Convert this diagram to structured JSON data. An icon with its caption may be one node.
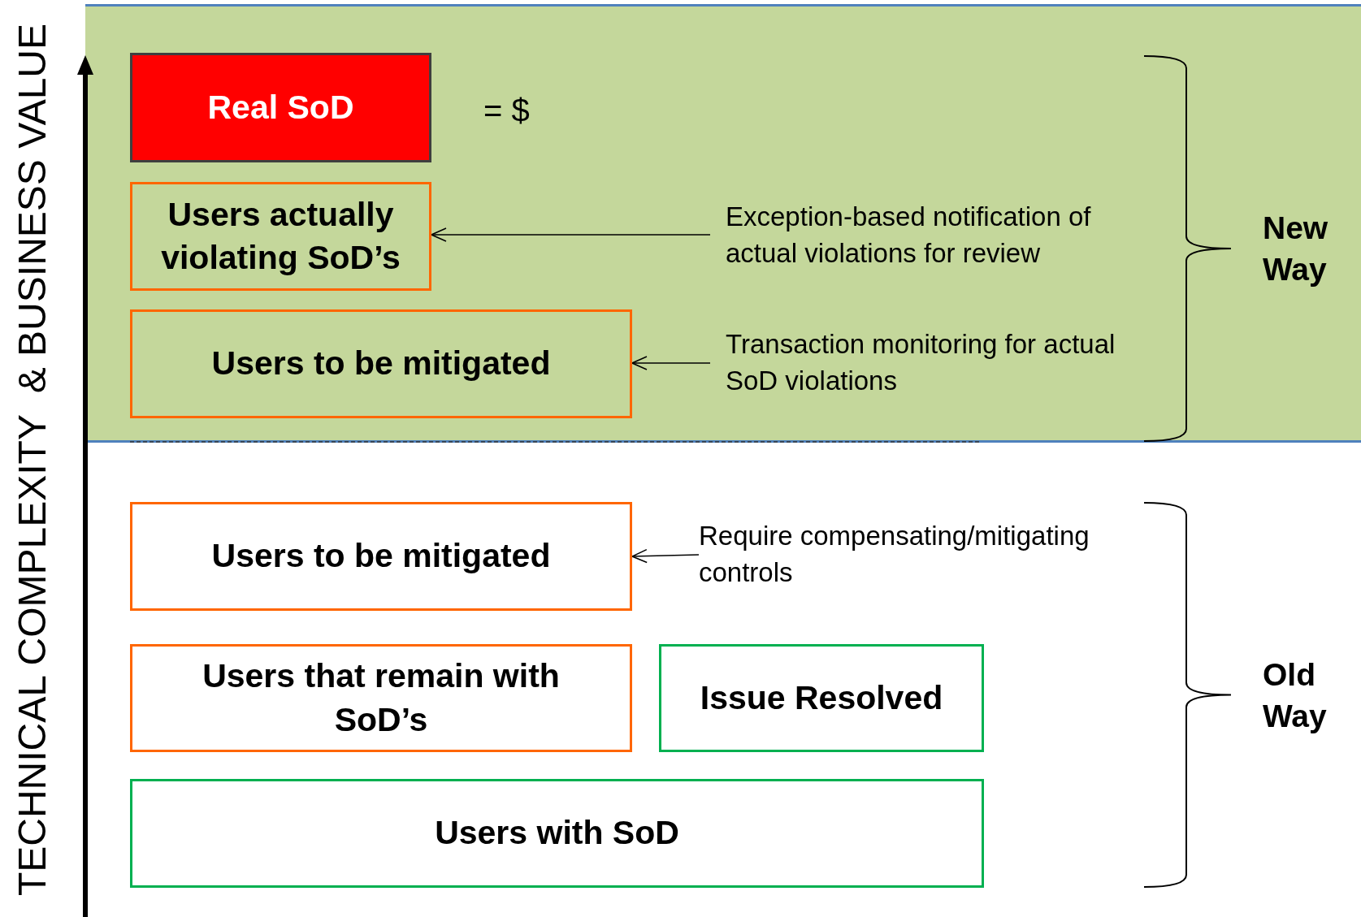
{
  "diagram": {
    "nodes": [
      {
        "text": [],
        "shape": "band"
      },
      {
        "text": [
          "Real SoD"
        ],
        "in": 0
      },
      {
        "text": [
          "Users actually violating SoD’s"
        ],
        "in": 0
      },
      {
        "text": [
          "Exception-based notification of actual violations for review"
        ],
        "in": 0
      },
      {
        "text": [
          "Users to be mitigated"
        ],
        "in": 0
      },
      {
        "text": [
          "Transaction monitoring for actual SoD violations"
        ],
        "in": 0
      },
      {
        "text": [
          "Users to be mitigated"
        ]
      },
      {
        "text": [
          "Require compensating/mitigating controls"
        ]
      },
      {
        "text": [
          "Users that remain with SoD’s"
        ]
      },
      {
        "text": [
          "Issue Resolved"
        ]
      },
      {
        "text": [
          "Users with SoD"
        ]
      }
    ],
    "edges": [
      {
        "from": 3,
        "to": 2,
        "arrow": "to"
      },
      {
        "from": 5,
        "to": 4,
        "arrow": "to"
      },
      {
        "from": 7,
        "to": 6,
        "arrow": "to"
      }
    ],
    "labels": [
      "TECHNICAL COMPLEXITY  & BUSINESS VALUE",
      "= $",
      "New Way",
      "Old Way"
    ]
  }
}
